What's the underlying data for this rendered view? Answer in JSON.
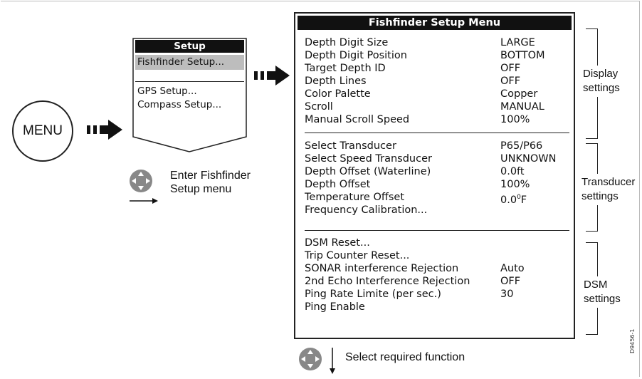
{
  "menu_button": {
    "label": "MENU"
  },
  "setup_menu": {
    "title": "Setup",
    "selected_item": "Fishfinder Setup...",
    "items": [
      "GPS Setup...",
      "Compass Setup..."
    ]
  },
  "hints": {
    "enter": [
      "Enter Fishfinder",
      "Setup menu"
    ],
    "select": "Select required function"
  },
  "fishfinder_menu": {
    "title": "Fishfinder Setup Menu",
    "groups": [
      {
        "label": [
          "Display",
          "settings"
        ],
        "rows": [
          {
            "name": "Depth Digit Size",
            "value": "LARGE"
          },
          {
            "name": "Depth Digit Position",
            "value": "BOTTOM"
          },
          {
            "name": "Target Depth ID",
            "value": "OFF"
          },
          {
            "name": "Depth Lines",
            "value": "OFF"
          },
          {
            "name": "Color Palette",
            "value": "Copper"
          },
          {
            "name": "Scroll",
            "value": "MANUAL"
          },
          {
            "name": "Manual Scroll Speed",
            "value": "100%"
          }
        ]
      },
      {
        "label": [
          "Transducer",
          "settings"
        ],
        "rows": [
          {
            "name": "Select Transducer",
            "value": "P65/P66"
          },
          {
            "name": "Select Speed Transducer",
            "value": "UNKNOWN"
          },
          {
            "name": "Depth Offset (Waterline)",
            "value": "0.0ft"
          },
          {
            "name": "Depth Offset",
            "value": "100%"
          },
          {
            "name": "Temperature Offset",
            "value": "0.0",
            "sup": "0",
            "unit": "F"
          },
          {
            "name": "Frequency Calibration...",
            "value": ""
          }
        ]
      },
      {
        "label": [
          "DSM",
          "settings"
        ],
        "rows": [
          {
            "name": "DSM Reset...",
            "value": ""
          },
          {
            "name": "Trip Counter Reset...",
            "value": ""
          },
          {
            "name": "SONAR interference Rejection",
            "value": "Auto"
          },
          {
            "name": "2nd Echo Interference Rejection",
            "value": "OFF"
          },
          {
            "name": "Ping Rate Limite (per sec.)",
            "value": "30"
          },
          {
            "name": "Ping Enable",
            "value": ""
          }
        ]
      }
    ]
  },
  "figure_code": "D9456-1"
}
